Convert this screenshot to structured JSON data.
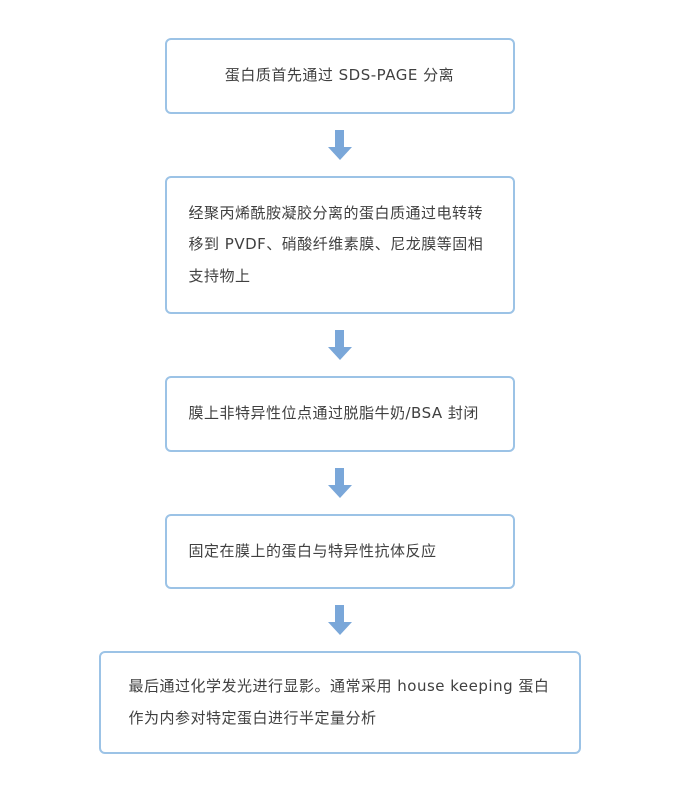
{
  "flowchart": {
    "type": "vertical-flow",
    "steps": [
      {
        "text": "蛋白质首先通过 SDS-PAGE 分离"
      },
      {
        "text": "经聚丙烯酰胺凝胶分离的蛋白质通过电转转移到 PVDF、硝酸纤维素膜、尼龙膜等固相支持物上"
      },
      {
        "text": "膜上非特异性位点通过脱脂牛奶/BSA 封闭"
      },
      {
        "text": "固定在膜上的蛋白与特异性抗体反应"
      },
      {
        "text": "最后通过化学发光进行显影。通常采用 house keeping 蛋白作为内参对特定蛋白进行半定量分析"
      }
    ],
    "connector_count": 4,
    "colors": {
      "box_border": "#9CC3E6",
      "arrow": "#7AA7D9",
      "text": "#404040",
      "background": "#FFFFFF"
    }
  }
}
